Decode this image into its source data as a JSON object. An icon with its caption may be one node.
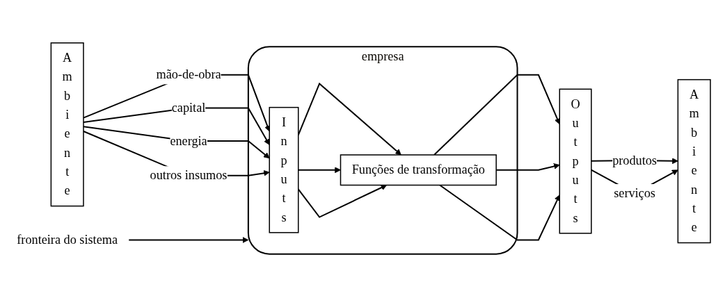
{
  "diagram": {
    "nodes": [
      {
        "text": [
          "Ambiente"
        ]
      },
      {
        "text": [
          "empresa"
        ]
      },
      {
        "text": [
          "Inputs"
        ],
        "in": 1
      },
      {
        "text": [
          "Funções de transformação"
        ],
        "in": 1
      },
      {
        "text": [
          "Outputs"
        ]
      },
      {
        "text": [
          "Ambiente"
        ]
      },
      {
        "text": [
          "fronteira do sistema"
        ]
      }
    ],
    "edges": [
      {
        "from": 0,
        "to": 2,
        "arrow": "to",
        "label": "mão-de-obra"
      },
      {
        "from": 0,
        "to": 2,
        "arrow": "to",
        "label": "capital"
      },
      {
        "from": 0,
        "to": 2,
        "arrow": "to",
        "label": "energia"
      },
      {
        "from": 0,
        "to": 2,
        "arrow": "to",
        "label": "outros insumos"
      },
      {
        "from": 2,
        "to": 3,
        "arrow": "to"
      },
      {
        "from": 2,
        "to": 3,
        "arrow": "to"
      },
      {
        "from": 2,
        "to": 3,
        "arrow": "to"
      },
      {
        "from": 3,
        "to": 4,
        "arrow": "to"
      },
      {
        "from": 3,
        "to": 4,
        "arrow": "to"
      },
      {
        "from": 3,
        "to": 4,
        "arrow": "to"
      },
      {
        "from": 4,
        "to": 5,
        "arrow": "to",
        "label": "produtos"
      },
      {
        "from": 4,
        "to": 5,
        "arrow": "to",
        "label": "serviços"
      },
      {
        "from": 6,
        "to": 1,
        "arrow": "to"
      }
    ]
  }
}
